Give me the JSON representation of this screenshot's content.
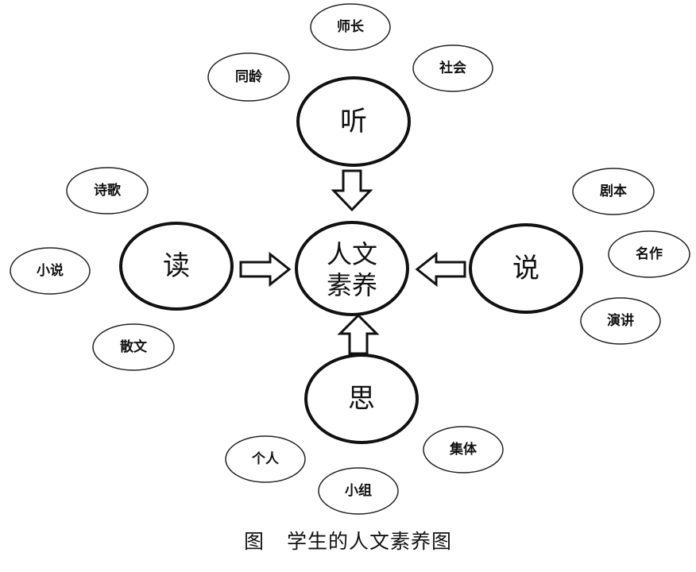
{
  "center": {
    "line1": "人文",
    "line2": "素养"
  },
  "hubs": {
    "listen": "听",
    "read": "读",
    "speak": "说",
    "think": "思"
  },
  "leaves": {
    "teachers": "师长",
    "peers": "同龄",
    "society": "社会",
    "poetry": "诗歌",
    "novel": "小说",
    "prose": "散文",
    "script": "剧本",
    "masterpiece": "名作",
    "speech": "演讲",
    "individual": "个人",
    "group": "小组",
    "collective": "集体"
  },
  "caption": {
    "label": "图",
    "title": "学生的人文素养图"
  }
}
